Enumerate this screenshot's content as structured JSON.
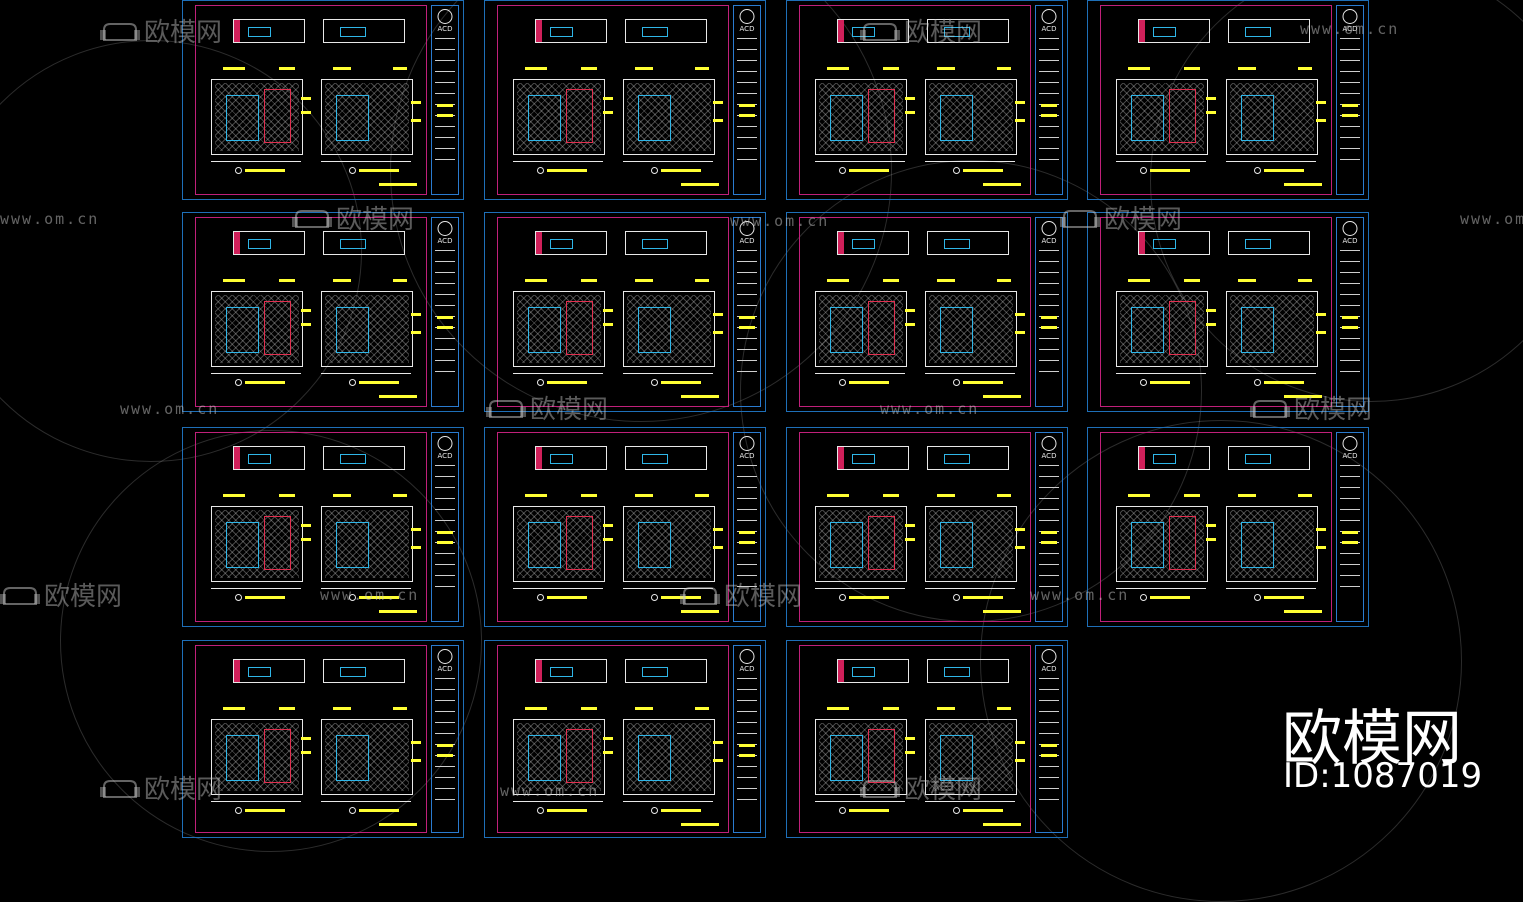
{
  "title_block": {
    "logo_text": "ACD"
  },
  "watermark": {
    "brand": "欧模网",
    "url": "www.om.cn"
  },
  "brand_overlay": {
    "name": "欧模网",
    "id": "ID:1087019"
  },
  "sheets": [
    {
      "row": 1,
      "col": 1
    },
    {
      "row": 1,
      "col": 2
    },
    {
      "row": 1,
      "col": 3
    },
    {
      "row": 1,
      "col": 4
    },
    {
      "row": 2,
      "col": 1
    },
    {
      "row": 2,
      "col": 2
    },
    {
      "row": 2,
      "col": 3
    },
    {
      "row": 2,
      "col": 4
    },
    {
      "row": 3,
      "col": 1
    },
    {
      "row": 3,
      "col": 2
    },
    {
      "row": 3,
      "col": 3
    },
    {
      "row": 3,
      "col": 4
    },
    {
      "row": 4,
      "col": 1
    },
    {
      "row": 4,
      "col": 2
    },
    {
      "row": 4,
      "col": 3
    }
  ],
  "colors": {
    "background": "#000000",
    "sheet_border": "#1e6fb8",
    "inner_border": "#c0207a",
    "annotation": "#ffff33",
    "linework": "#e8e8e8",
    "accent_cyan": "#2fb6e8",
    "accent_red": "#e23050"
  }
}
